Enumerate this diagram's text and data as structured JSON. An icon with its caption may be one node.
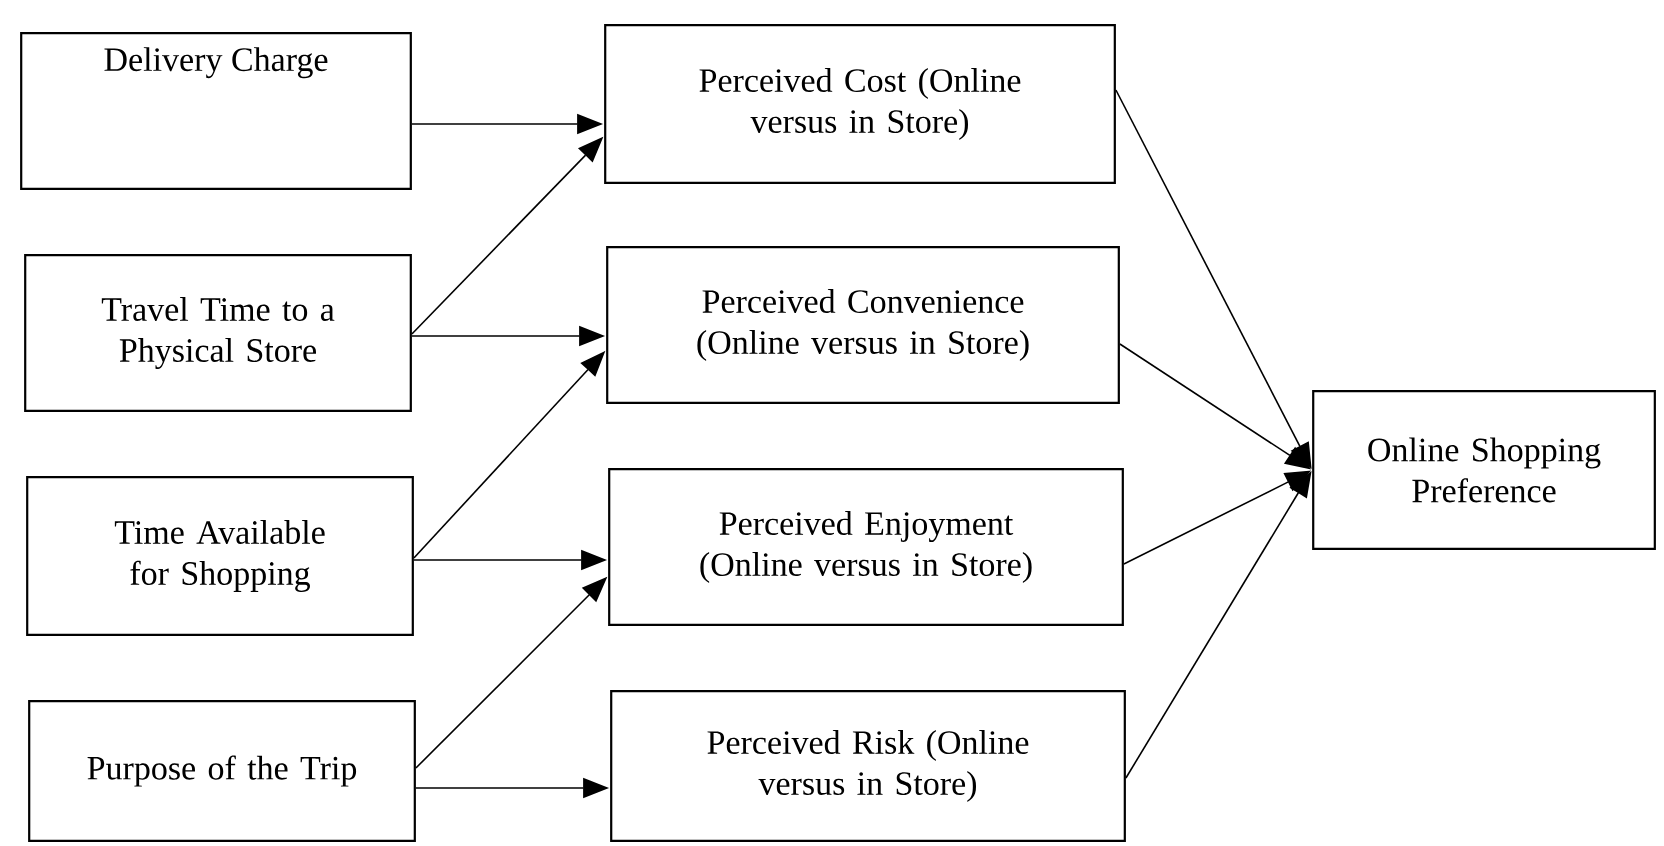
{
  "diagram": {
    "nodes": [
      {
        "text": [
          "Delivery Charge"
        ]
      },
      {
        "text": [
          "Travel Time to a Physical Store"
        ]
      },
      {
        "text": [
          "Time Available for Shopping"
        ]
      },
      {
        "text": [
          "Purpose of the Trip"
        ]
      },
      {
        "text": [
          "Perceived Cost (Online versus in Store)"
        ]
      },
      {
        "text": [
          "Perceived Convenience (Online versus in Store)"
        ]
      },
      {
        "text": [
          "Perceived Enjoyment (Online versus in Store)"
        ]
      },
      {
        "text": [
          "Perceived Risk (Online versus in Store)"
        ]
      },
      {
        "text": [
          "Online Shopping Preference"
        ]
      }
    ],
    "edges": [
      {
        "from": 0,
        "to": 4,
        "arrow": "to"
      },
      {
        "from": 1,
        "to": 4,
        "arrow": "to"
      },
      {
        "from": 1,
        "to": 5,
        "arrow": "to"
      },
      {
        "from": 2,
        "to": 5,
        "arrow": "to"
      },
      {
        "from": 2,
        "to": 6,
        "arrow": "to"
      },
      {
        "from": 3,
        "to": 6,
        "arrow": "to"
      },
      {
        "from": 3,
        "to": 7,
        "arrow": "to"
      },
      {
        "from": 4,
        "to": 8,
        "arrow": "to"
      },
      {
        "from": 5,
        "to": 8,
        "arrow": "to"
      },
      {
        "from": 6,
        "to": 8,
        "arrow": "to"
      },
      {
        "from": 7,
        "to": 8,
        "arrow": "to"
      }
    ]
  }
}
